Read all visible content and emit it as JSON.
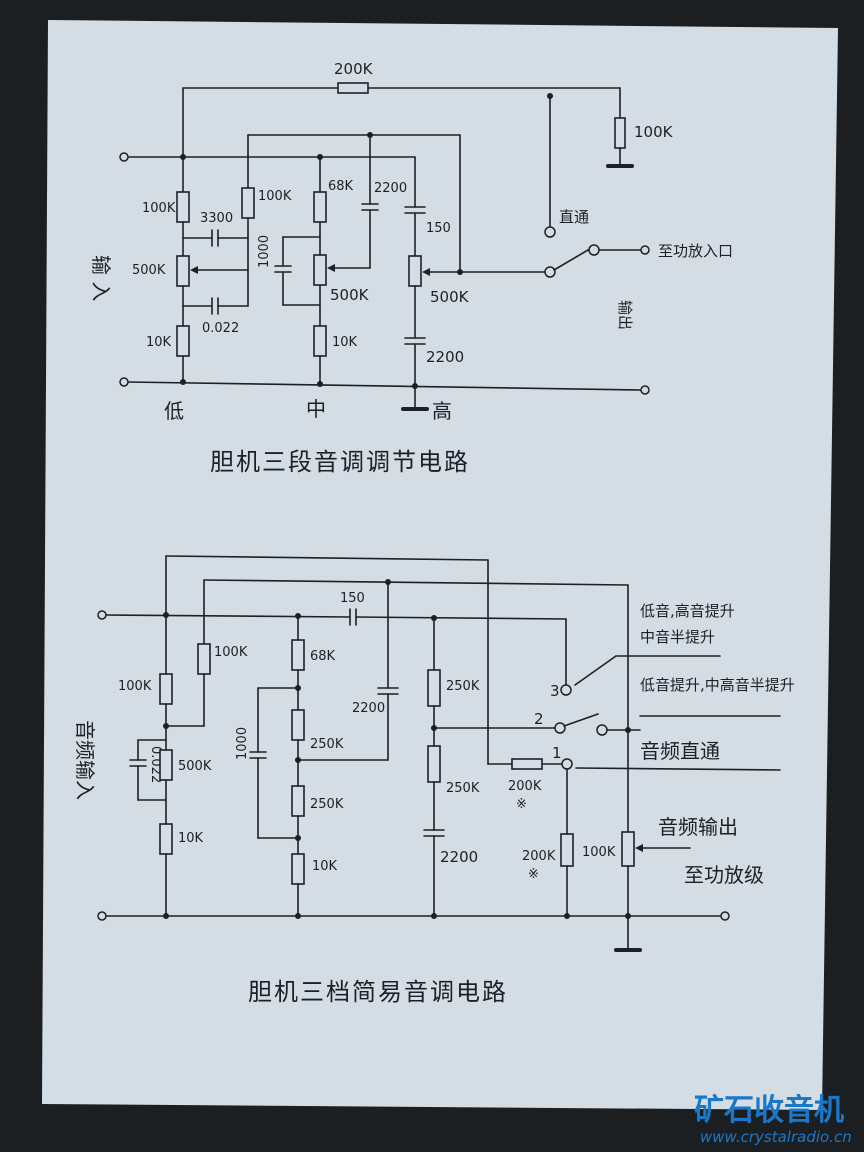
{
  "diagram1": {
    "title": "胆机三段音调调节电路",
    "input_label": "输 入",
    "output_label": "输出",
    "bypass_label": "直通",
    "amp_input_label": "至功放入口",
    "band_low": "低",
    "band_mid": "中",
    "band_high": "高",
    "r_feedback": "200K",
    "r_load": "100K",
    "r_low_top": "100K",
    "r_low_top2": "100K",
    "c_low_1": "3300",
    "pot_low": "500K",
    "c_low_2": "0.022",
    "r_low_bottom": "10K",
    "r_mid_top": "68K",
    "c_mid_top": "2200",
    "c_mid_side": "1000",
    "pot_mid": "500K",
    "r_mid_bottom": "10K",
    "c_high_top": "150",
    "pot_high": "500K",
    "c_high_bottom": "2200"
  },
  "diagram2": {
    "title": "胆机三档简易音调电路",
    "input_label": "音频输入",
    "sw3_desc_a": "低音,高音提升",
    "sw3_desc_b": "中音半提升",
    "sw2_desc": "低音提升,中高音半提升",
    "sw1_desc": "音频直通",
    "out_label": "音频输出",
    "amp_label": "至功放级",
    "pos1": "1",
    "pos2": "2",
    "pos3": "3",
    "r_low_top": "100K",
    "r_low_top2": "100K",
    "c_low": "0.022",
    "pot_low": "500K",
    "r_low_bottom": "10K",
    "r_mid_top": "68K",
    "c_mid_side": "1000",
    "r_mid_1": "250K",
    "r_mid_2": "250K",
    "r_mid_bottom": "10K",
    "c_top": "150",
    "c_mid": "2200",
    "r_high_1": "250K",
    "r_high_2": "250K",
    "c_high_bottom": "2200",
    "r_series": "200K",
    "r_series_mark": "※",
    "r_shunt": "200K",
    "r_shunt_mark": "※",
    "pot_out": "100K"
  },
  "watermark": {
    "site_name": "矿石收音机",
    "url": "www.crystalradio.cn"
  }
}
